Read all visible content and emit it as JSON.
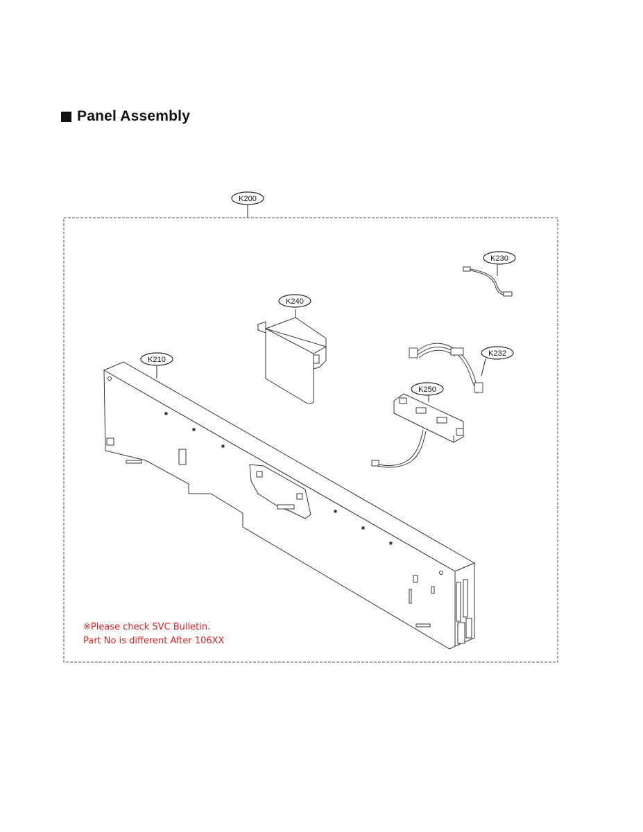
{
  "heading": {
    "title": "Panel Assembly"
  },
  "callouts": {
    "k200": "K200",
    "k210": "K210",
    "k230": "K230",
    "k232": "K232",
    "k240": "K240",
    "k250": "K250"
  },
  "note": {
    "line1": "※Please check SVC Bulletin.",
    "line2": "Part No is different After 106XX"
  },
  "colors": {
    "note": "#e0201f",
    "line": "#222222"
  }
}
